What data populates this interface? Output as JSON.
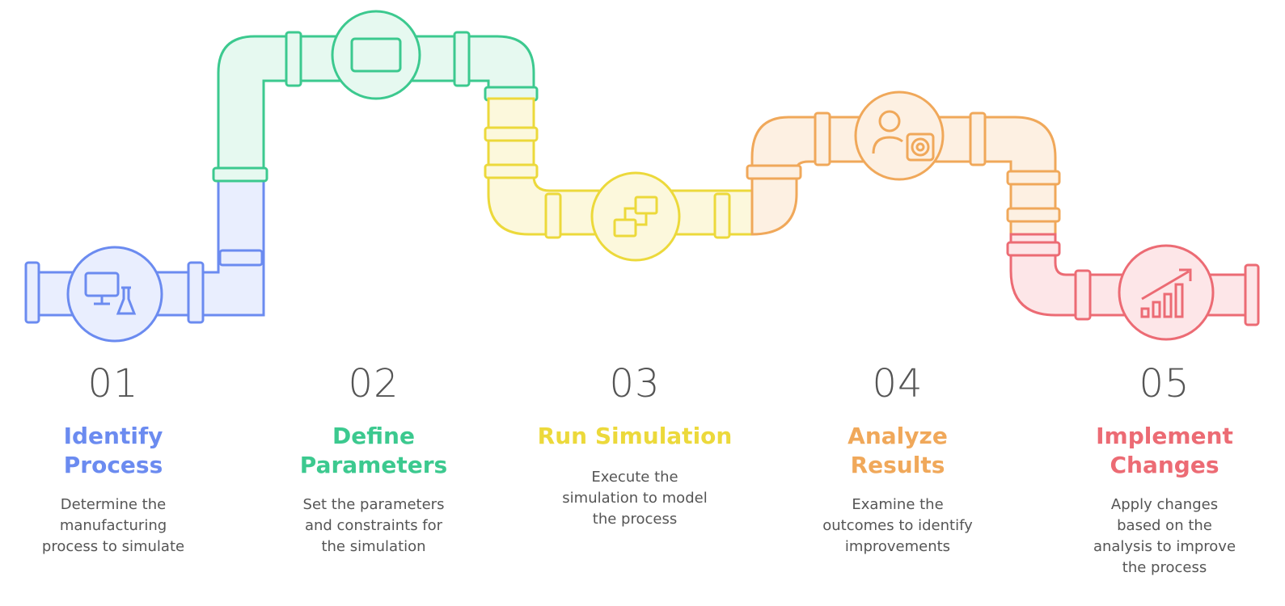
{
  "colors": {
    "blue": "#6b8bf0",
    "green": "#3cc98f",
    "yellow": "#ecd93b",
    "orange": "#f0a85a",
    "red": "#ec6b74"
  },
  "steps": [
    {
      "number": "01",
      "title": "Identify\nProcess",
      "description": "Determine the\nmanufacturing\nprocess to simulate",
      "color": "#6b8bf0",
      "icon": "computer-flask-icon"
    },
    {
      "number": "02",
      "title": "Define\nParameters",
      "description": "Set the parameters\nand constraints for\nthe simulation",
      "color": "#3cc98f",
      "icon": "monitor-icon"
    },
    {
      "number": "03",
      "title": "Run Simulation",
      "description": "Execute the\nsimulation to model\nthe process",
      "color": "#ecd93b",
      "icon": "connected-screens-icon"
    },
    {
      "number": "04",
      "title": "Analyze\nResults",
      "description": "Examine the\noutcomes to identify\nimprovements",
      "color": "#f0a85a",
      "icon": "user-gear-icon"
    },
    {
      "number": "05",
      "title": "Implement\nChanges",
      "description": "Apply changes\nbased on the\nanalysis to improve\nthe process",
      "color": "#ec6b74",
      "icon": "growth-chart-icon"
    }
  ]
}
